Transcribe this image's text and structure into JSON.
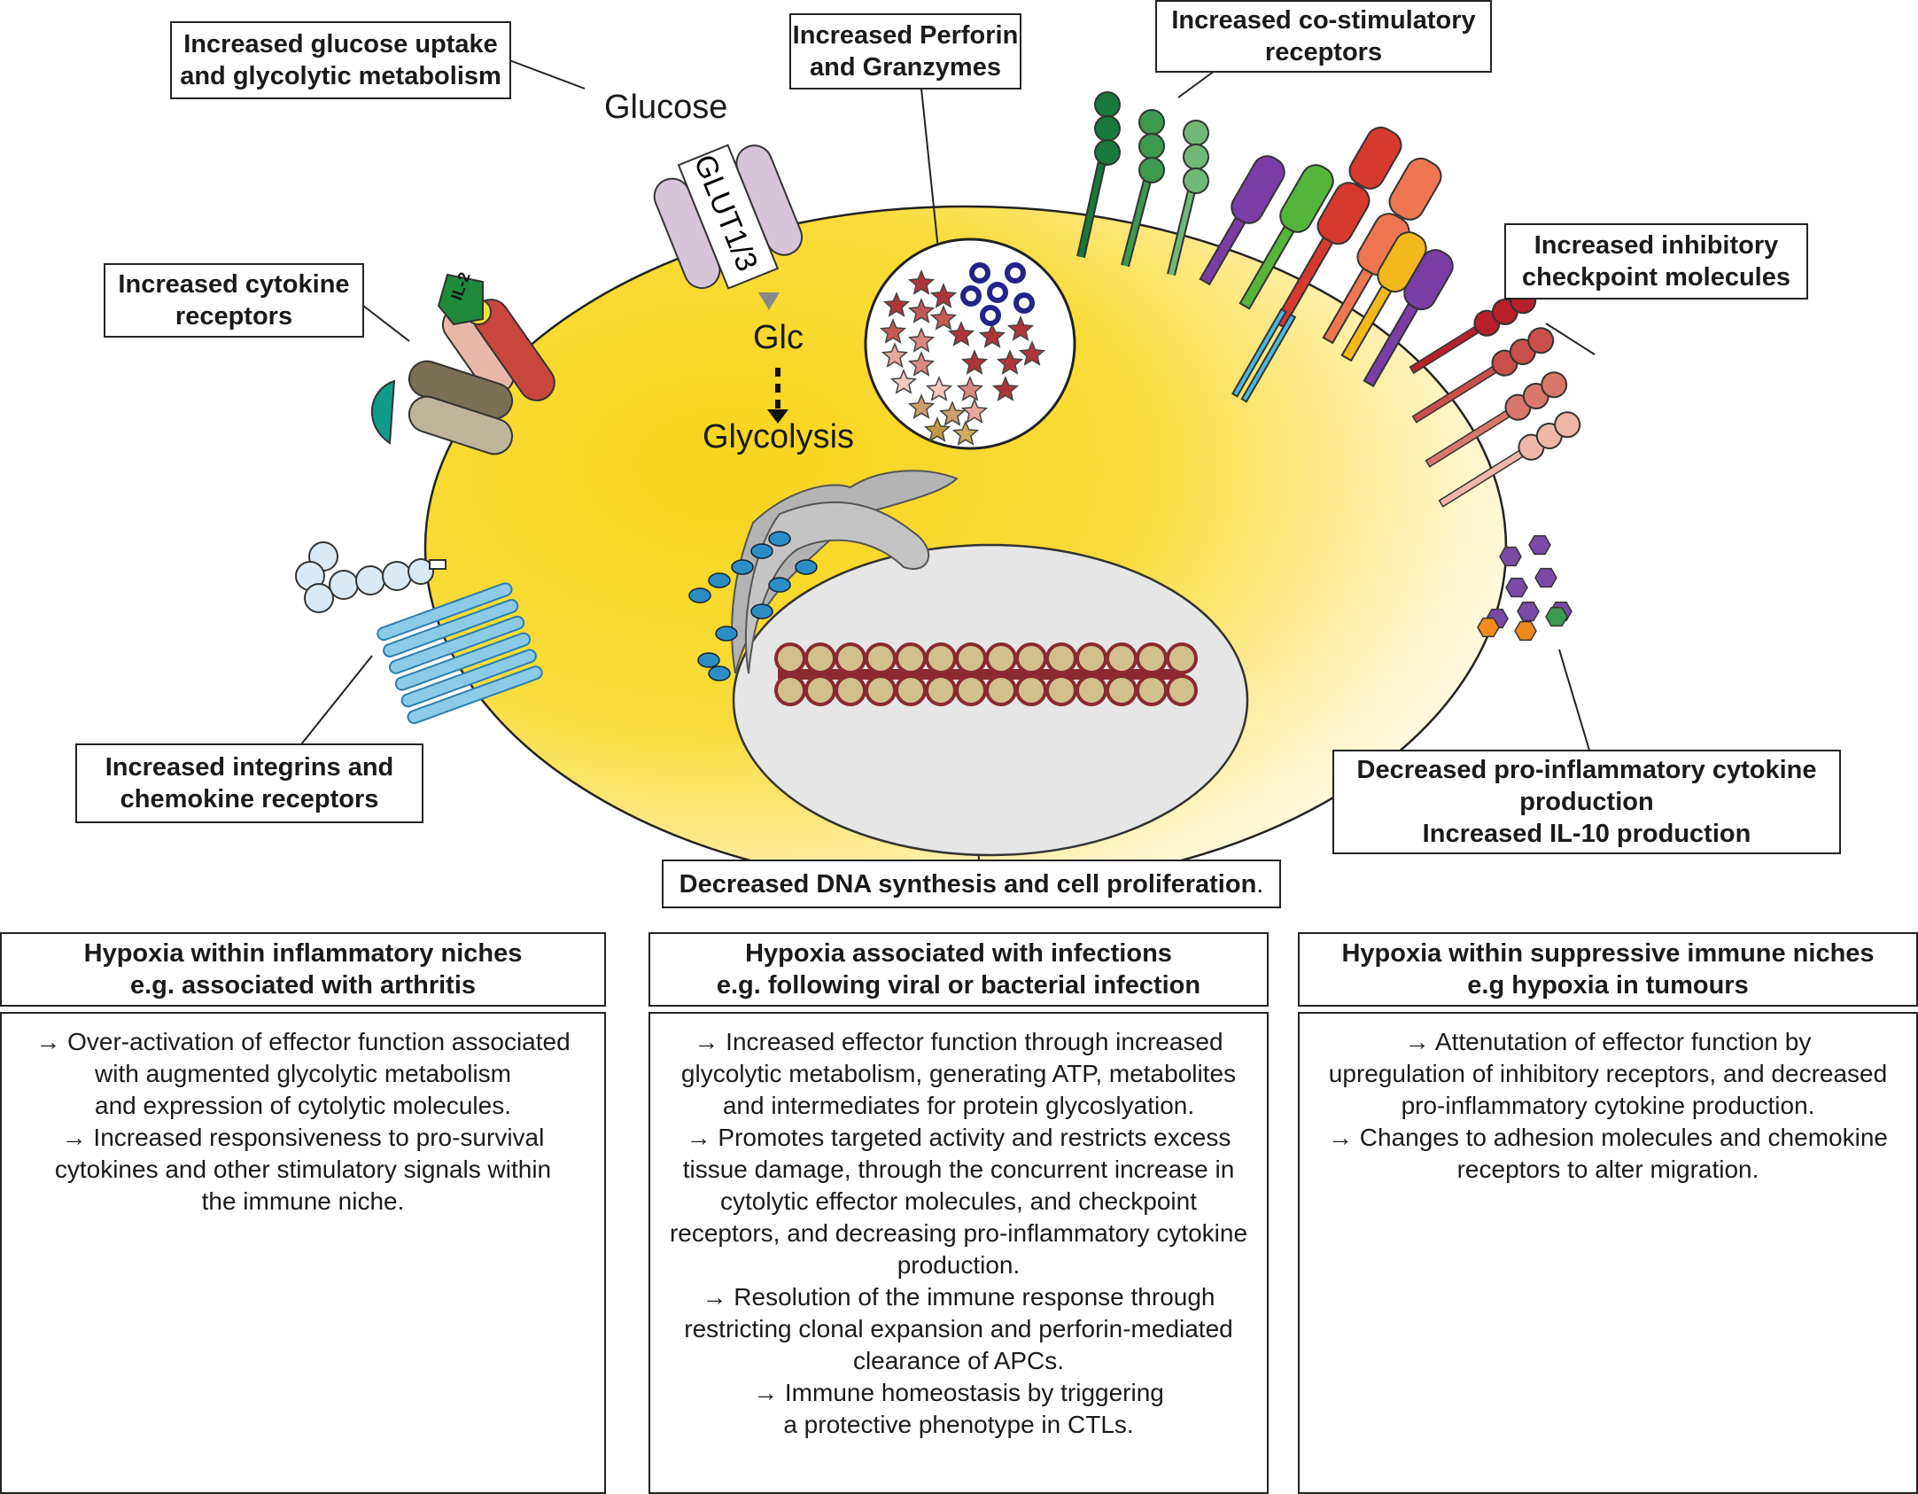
{
  "labels": {
    "glucose_uptake": [
      "Increased glucose uptake",
      "and glycolytic metabolism"
    ],
    "perforin": [
      "Increased Perforin",
      "and Granzymes"
    ],
    "costim": [
      "Increased co-stimulatory",
      "receptors"
    ],
    "cytokine_receptors": [
      "Increased cytokine",
      "receptors"
    ],
    "inhibitory": [
      "Increased inhibitory",
      "checkpoint molecules"
    ],
    "integrins": [
      "Increased integrins and",
      "chemokine receptors"
    ],
    "proinflammatory": [
      "Decreased pro-inflammatory cytokine",
      "production",
      "Increased IL-10 production"
    ],
    "dna": "Decreased DNA synthesis and cell proliferation",
    "dna_suffix": "."
  },
  "free_text": {
    "glucose": "Glucose",
    "glut": "GLUT1/3",
    "glc": "Glc",
    "glycolysis": "Glycolysis",
    "il2": "IL-2"
  },
  "columns": [
    {
      "heading": [
        "Hypoxia within inflammatory niches",
        "e.g. associated with arthritis"
      ],
      "body": [
        "→ Over-activation of effector function associated",
        "with augmented glycolytic metabolism",
        "and expression of cytolytic molecules.",
        "→ Increased responsiveness to pro-survival",
        "cytokines and other stimulatory signals within",
        "the immune niche."
      ]
    },
    {
      "heading": [
        "Hypoxia associated with infections",
        "e.g. following viral or bacterial infection"
      ],
      "body": [
        "→ Increased effector function through increased",
        "glycolytic metabolism, generating ATP, metabolites",
        "and intermediates for protein glycoslyation.",
        "→ Promotes targeted activity and restricts excess",
        "tissue damage, through the concurrent increase in",
        "cytolytic effector molecules, and checkpoint",
        "receptors, and decreasing pro-inflammatory cytokine",
        "production.",
        "→ Resolution of the immune response through",
        "restricting clonal expansion and perforin-mediated",
        "clearance of APCs.",
        "→ Immune homeostasis by triggering",
        "a protective phenotype in CTLs."
      ]
    },
    {
      "heading": [
        "Hypoxia within suppressive immune niches",
        "e.g hypoxia in tumours"
      ],
      "body": [
        "→ Attenutation of effector function by",
        "upregulation of inhibitory receptors, and decreased",
        "pro-inflammatory cytokine production.",
        "→ Changes to adhesion molecules and chemokine",
        "receptors to alter migration."
      ]
    }
  ],
  "colors": {
    "cell_yellow": "#f7d51e",
    "nucleus_grey": "#e6e6e6",
    "er_grey": "#b3b3b3",
    "granule_red": "#b0353b",
    "granule_blue": "#23238a",
    "costim_green": "#2c8a4a",
    "inhibitory_red": "#b8202a",
    "integrin_blue": "#8ccbe8"
  }
}
